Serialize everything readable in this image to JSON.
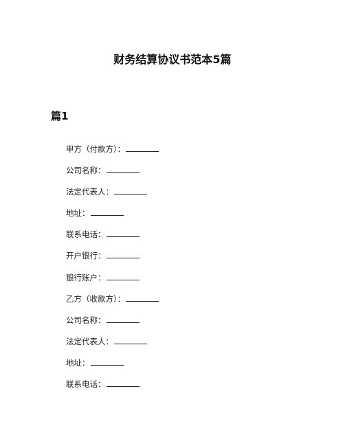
{
  "document": {
    "title": "财务结算协议书范本5篇",
    "section_heading": "篇1",
    "fields": [
      "甲方（付款方）：",
      "公司名称：",
      "法定代表人：",
      "地址：",
      "联系电话：",
      "开户银行：",
      "银行账户：",
      "乙方（收款方）：",
      "公司名称：",
      "法定代表人：",
      "地址：",
      "联系电话："
    ]
  }
}
